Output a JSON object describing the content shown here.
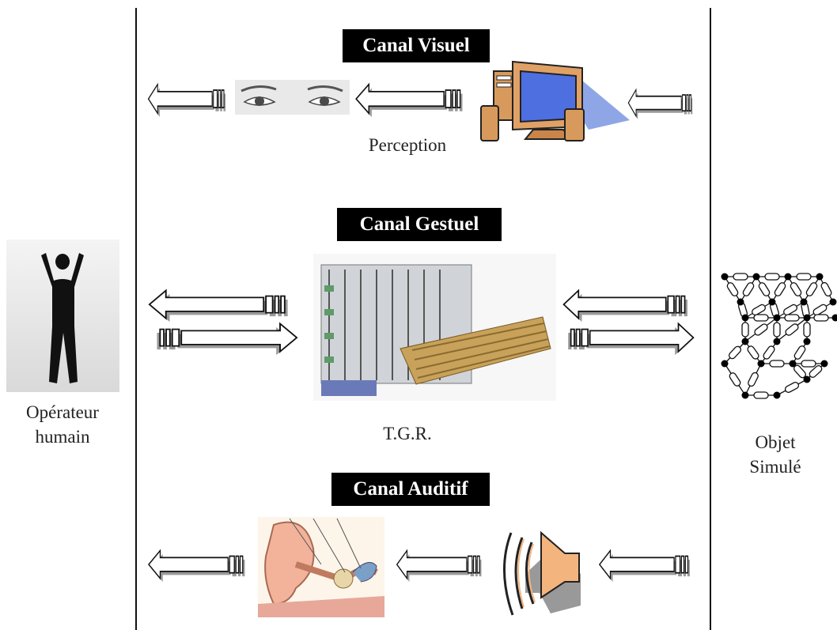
{
  "operator": {
    "line1": "Opérateur",
    "line2": "humain"
  },
  "object": {
    "line1": "Objet",
    "line2": "Simulé"
  },
  "channels": {
    "visual": {
      "title": "Canal Visuel",
      "caption": "Perception"
    },
    "gestural": {
      "title": "Canal Gestuel",
      "caption": "T.G.R."
    },
    "auditory": {
      "title": "Canal Auditif"
    }
  },
  "icons": {
    "operator": "human-silhouette-icon",
    "eyes": "eyes-icon",
    "computer": "computer-icon",
    "tgr": "haptic-device-icon",
    "network": "mass-spring-network-icon",
    "ear": "ear-anatomy-icon",
    "speaker": "speaker-icon"
  }
}
